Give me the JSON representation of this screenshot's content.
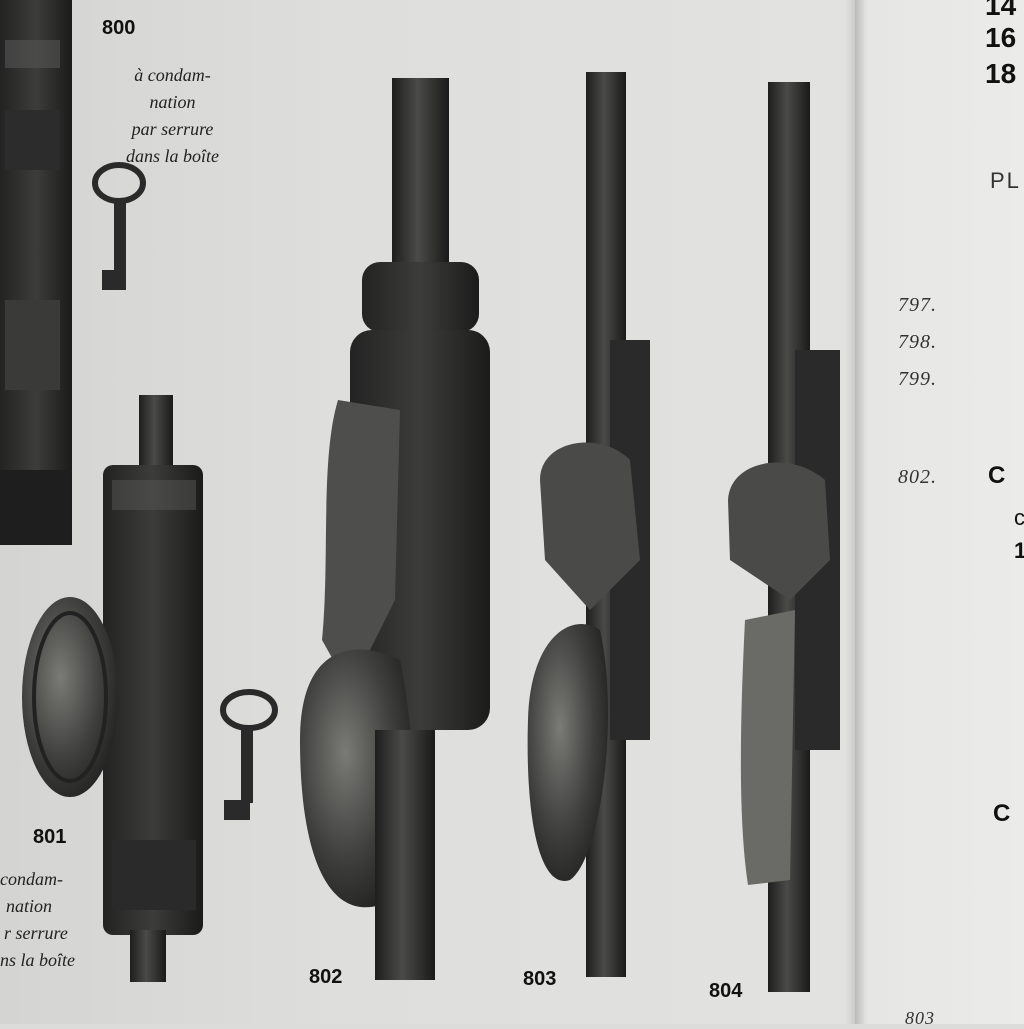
{
  "left_page": {
    "items": [
      {
        "number": "800",
        "caption": [
          "à condam-",
          "nation",
          "par serrure",
          "dans la boîte"
        ]
      },
      {
        "number": "801",
        "caption": [
          "condam-",
          "nation",
          "r serrure",
          "ns la boîte"
        ]
      },
      {
        "number": "802"
      },
      {
        "number": "803"
      },
      {
        "number": "804"
      }
    ]
  },
  "right_page": {
    "digits": [
      "14",
      "16",
      "18"
    ],
    "pl_text": "PL",
    "references": [
      "797.",
      "798.",
      "799.",
      "802."
    ],
    "bold_letters": [
      "C",
      "c",
      "1",
      "C"
    ],
    "bottom_ref": "803"
  },
  "colors": {
    "paper": "#dedede",
    "metal_dark": "#2a2a2a",
    "metal_mid": "#4a4a48",
    "ink": "#111111"
  }
}
